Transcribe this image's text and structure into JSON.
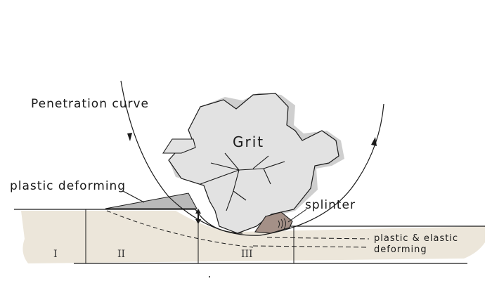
{
  "labels": {
    "penetration_curve": "Penetration curve",
    "grit": "Grit",
    "plastic_deforming": "plastic deforming",
    "splinter": "splinter",
    "plastic_elastic_line1": "plastic & elastic",
    "plastic_elastic_line2": "deforming"
  },
  "zones": [
    "I",
    "II",
    "III"
  ],
  "colors": {
    "substrate": "#ece6da",
    "grit_fill": "#e2e2e2",
    "grit_shadow": "#cfcfcf",
    "pileup": "#b9b9b9",
    "splinter": "#a49087",
    "stroke": "#1a1a1a"
  }
}
